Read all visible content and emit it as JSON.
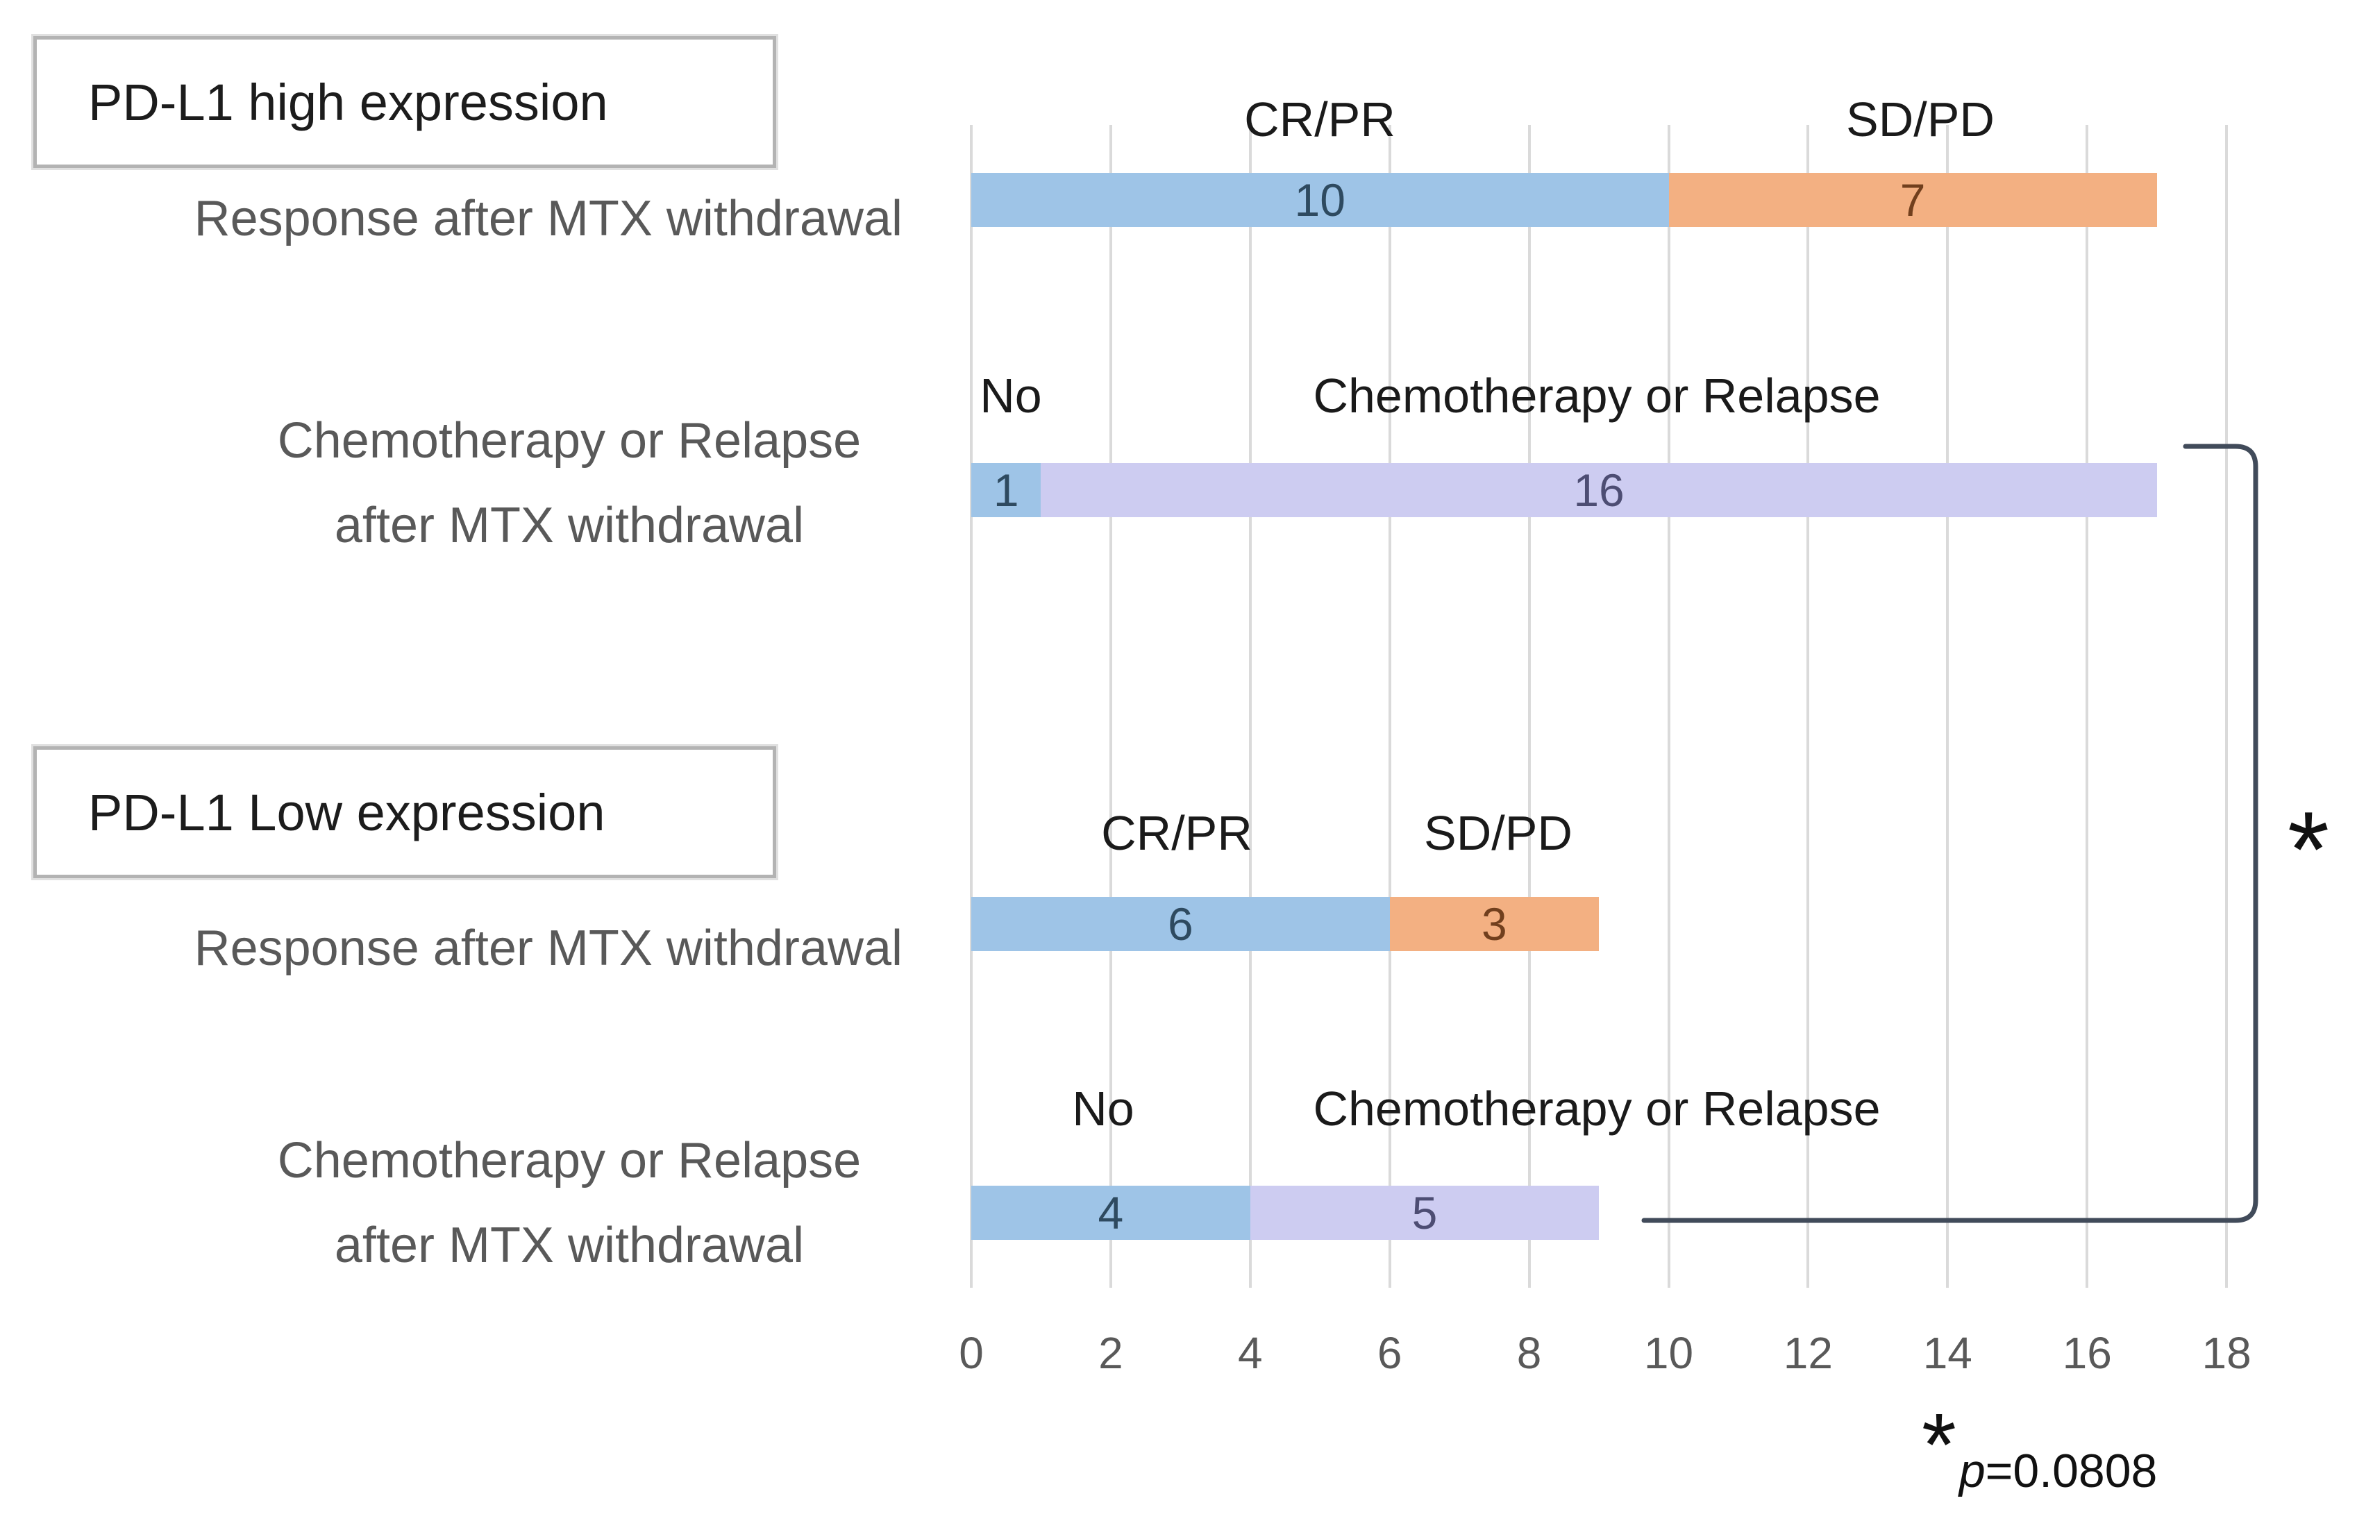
{
  "chart_data": {
    "type": "bar",
    "orientation": "horizontal",
    "stacked": true,
    "xlim": [
      0,
      18
    ],
    "x_ticks": [
      "0",
      "2",
      "4",
      "6",
      "8",
      "10",
      "12",
      "14",
      "16",
      "18"
    ],
    "grid": "vertical",
    "gridline_color": "#dadada",
    "palette": {
      "blue": {
        "fill": "#9EC4E7",
        "label_color": "#2E4A60"
      },
      "orange": {
        "fill": "#F3B082",
        "label_color": "#713F1D"
      },
      "lavender": {
        "fill": "#CDCCF1",
        "label_color": "#4D4D73"
      }
    },
    "groups": [
      {
        "group_label": "PD-L1 high expression",
        "rows": [
          {
            "category_lines": [
              "Response after MTX withdrawal"
            ],
            "segments": [
              {
                "label": "CR/PR",
                "value": 10,
                "color": "blue"
              },
              {
                "label": "SD/PD",
                "value": 7,
                "color": "orange"
              }
            ]
          },
          {
            "category_lines": [
              "Chemotherapy or Relapse",
              "after MTX withdrawal"
            ],
            "segments": [
              {
                "label": "No",
                "value": 1,
                "color": "blue"
              },
              {
                "label": "Chemotherapy or Relapse",
                "value": 16,
                "color": "lavender"
              }
            ]
          }
        ]
      },
      {
        "group_label": "PD-L1 Low expression",
        "rows": [
          {
            "category_lines": [
              "Response after MTX withdrawal"
            ],
            "segments": [
              {
                "label": "CR/PR",
                "value": 6,
                "color": "blue"
              },
              {
                "label": "SD/PD",
                "value": 3,
                "color": "orange"
              }
            ]
          },
          {
            "category_lines": [
              "Chemotherapy or Relapse",
              "after MTX withdrawal"
            ],
            "segments": [
              {
                "label": "No",
                "value": 4,
                "color": "blue"
              },
              {
                "label": "Chemotherapy or Relapse",
                "value": 5,
                "color": "lavender"
              }
            ]
          }
        ]
      }
    ],
    "significance": {
      "marker": "*",
      "p_label": "p",
      "p_value": "=0.0808"
    }
  }
}
